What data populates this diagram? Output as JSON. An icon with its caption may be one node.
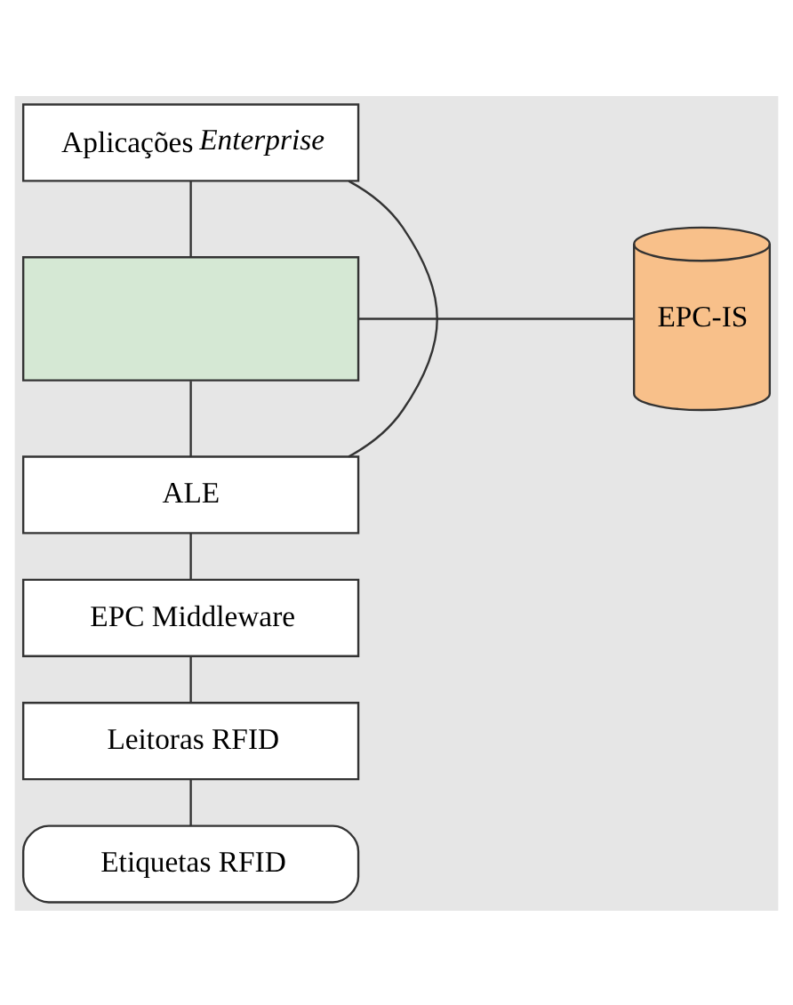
{
  "diagram": {
    "nodes": [
      {
        "text": [
          "Aplicações *Enterprise*"
        ]
      },
      {
        "text": [],
        "shape": "box"
      },
      {
        "text": [
          "ALE"
        ]
      },
      {
        "text": [
          "EPC Middleware"
        ]
      },
      {
        "text": [
          "Leitoras RFID"
        ]
      },
      {
        "text": [
          "Etiquetas RFID"
        ]
      },
      {
        "text": [
          "EPC-IS"
        ]
      }
    ],
    "edges": [
      {
        "from": 0,
        "to": 1,
        "arrow": "none"
      },
      {
        "from": 1,
        "to": 2,
        "arrow": "none"
      },
      {
        "from": 2,
        "to": 3,
        "arrow": "none"
      },
      {
        "from": 3,
        "to": 4,
        "arrow": "none"
      },
      {
        "from": 4,
        "to": 5,
        "arrow": "none"
      },
      {
        "from": 0,
        "to": 2,
        "arrow": "none"
      },
      {
        "from": 1,
        "to": 6,
        "arrow": "none"
      }
    ]
  }
}
